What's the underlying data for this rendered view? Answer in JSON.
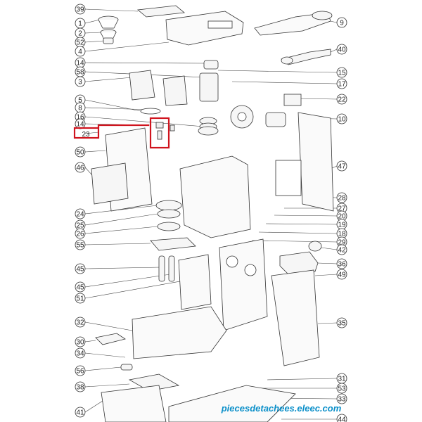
{
  "left_callouts": [
    "39",
    "1",
    "2",
    "52",
    "4",
    "14",
    "58",
    "3",
    "5",
    "8",
    "16",
    "14",
    "23",
    "50",
    "46",
    "24",
    "25",
    "26",
    "55",
    "45",
    "45",
    "51",
    "32",
    "30",
    "34",
    "56",
    "38",
    "41"
  ],
  "right_callouts": [
    "9",
    "40",
    "15",
    "17",
    "22",
    "10",
    "47",
    "28",
    "27",
    "20",
    "19",
    "18",
    "29",
    "42",
    "36",
    "49",
    "35",
    "31",
    "53",
    "33",
    "44"
  ],
  "highlight_color": "#d0141e",
  "watermark": {
    "text": "piecesdetachees.eleec.com",
    "color_main": "#0a8fc9",
    "color_accent": "#e0261c"
  }
}
